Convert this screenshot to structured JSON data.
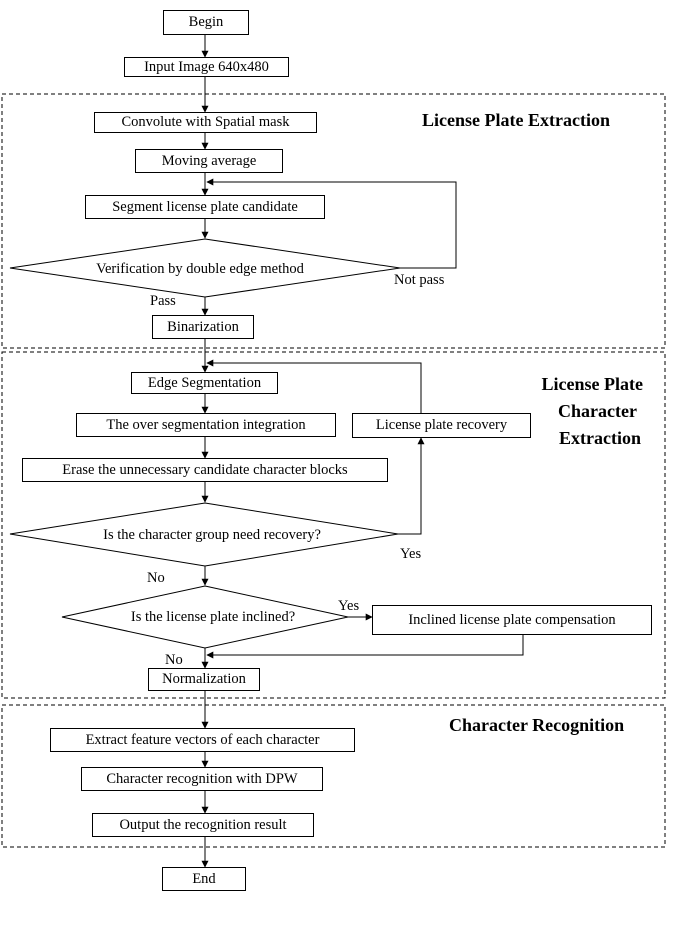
{
  "sections": {
    "extraction": "License Plate Extraction",
    "char_extraction_l1": "License Plate",
    "char_extraction_l2": "Character",
    "char_extraction_l3": "Extraction",
    "recognition": "Character Recognition"
  },
  "nodes": {
    "begin": "Begin",
    "input_image": "Input Image 640x480",
    "convolve": "Convolute with Spatial mask",
    "moving_average": "Moving average",
    "segment_candidate": "Segment license plate candidate",
    "verification": "Verification by double edge method",
    "binarization": "Binarization",
    "edge_segmentation": "Edge Segmentation",
    "over_segmentation": "The over segmentation integration",
    "plate_recovery": "License plate recovery",
    "erase_blocks": "Erase the unnecessary candidate character blocks",
    "need_recovery": "Is the character group need recovery?",
    "inclined_question": "Is the license plate inclined?",
    "inclined_compensation": "Inclined license plate compensation",
    "normalization": "Normalization",
    "extract_features": "Extract feature vectors of each character",
    "recognition_dpw": "Character recognition with DPW",
    "output_result": "Output the recognition result",
    "end": "End"
  },
  "labels": {
    "not_pass": "Not pass",
    "pass": "Pass",
    "yes_recovery": "Yes",
    "no_recovery": "No",
    "yes_inclined": "Yes",
    "no_inclined": "No"
  }
}
